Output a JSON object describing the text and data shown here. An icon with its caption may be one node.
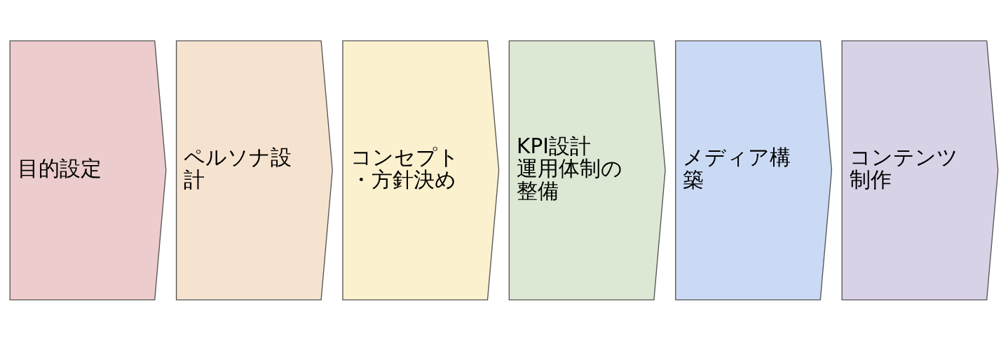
{
  "diagram": {
    "nodes": [
      {
        "text": [
          "目的設定"
        ]
      },
      {
        "text": [
          "ペルソナ設計"
        ]
      },
      {
        "text": [
          "コンセプト・方針決め"
        ]
      },
      {
        "text": [
          "KPI設計運用体制の整備"
        ]
      },
      {
        "text": [
          "メディア構築"
        ]
      },
      {
        "text": [
          "コンテンツ制作"
        ]
      }
    ],
    "edges": []
  }
}
